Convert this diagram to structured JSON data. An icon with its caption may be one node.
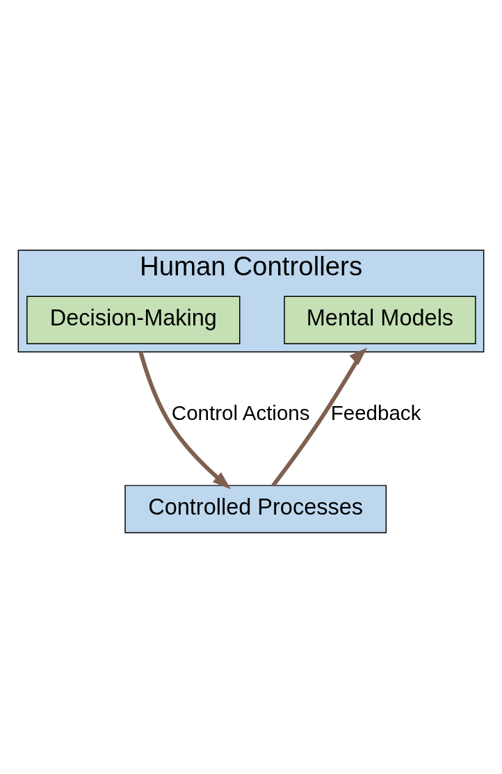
{
  "diagram": {
    "nodes": [
      {
        "text": [
          "Human Controllers"
        ]
      },
      {
        "text": [
          "Decision-Making"
        ],
        "in": 0
      },
      {
        "text": [
          "Mental Models"
        ],
        "in": 0
      },
      {
        "text": [
          "Controlled Processes"
        ]
      }
    ],
    "edges": [
      {
        "from": 0,
        "to": 3,
        "arrow": "to",
        "label": "Control Actions"
      },
      {
        "from": 3,
        "to": 0,
        "arrow": "to",
        "label": "Feedback"
      }
    ]
  }
}
